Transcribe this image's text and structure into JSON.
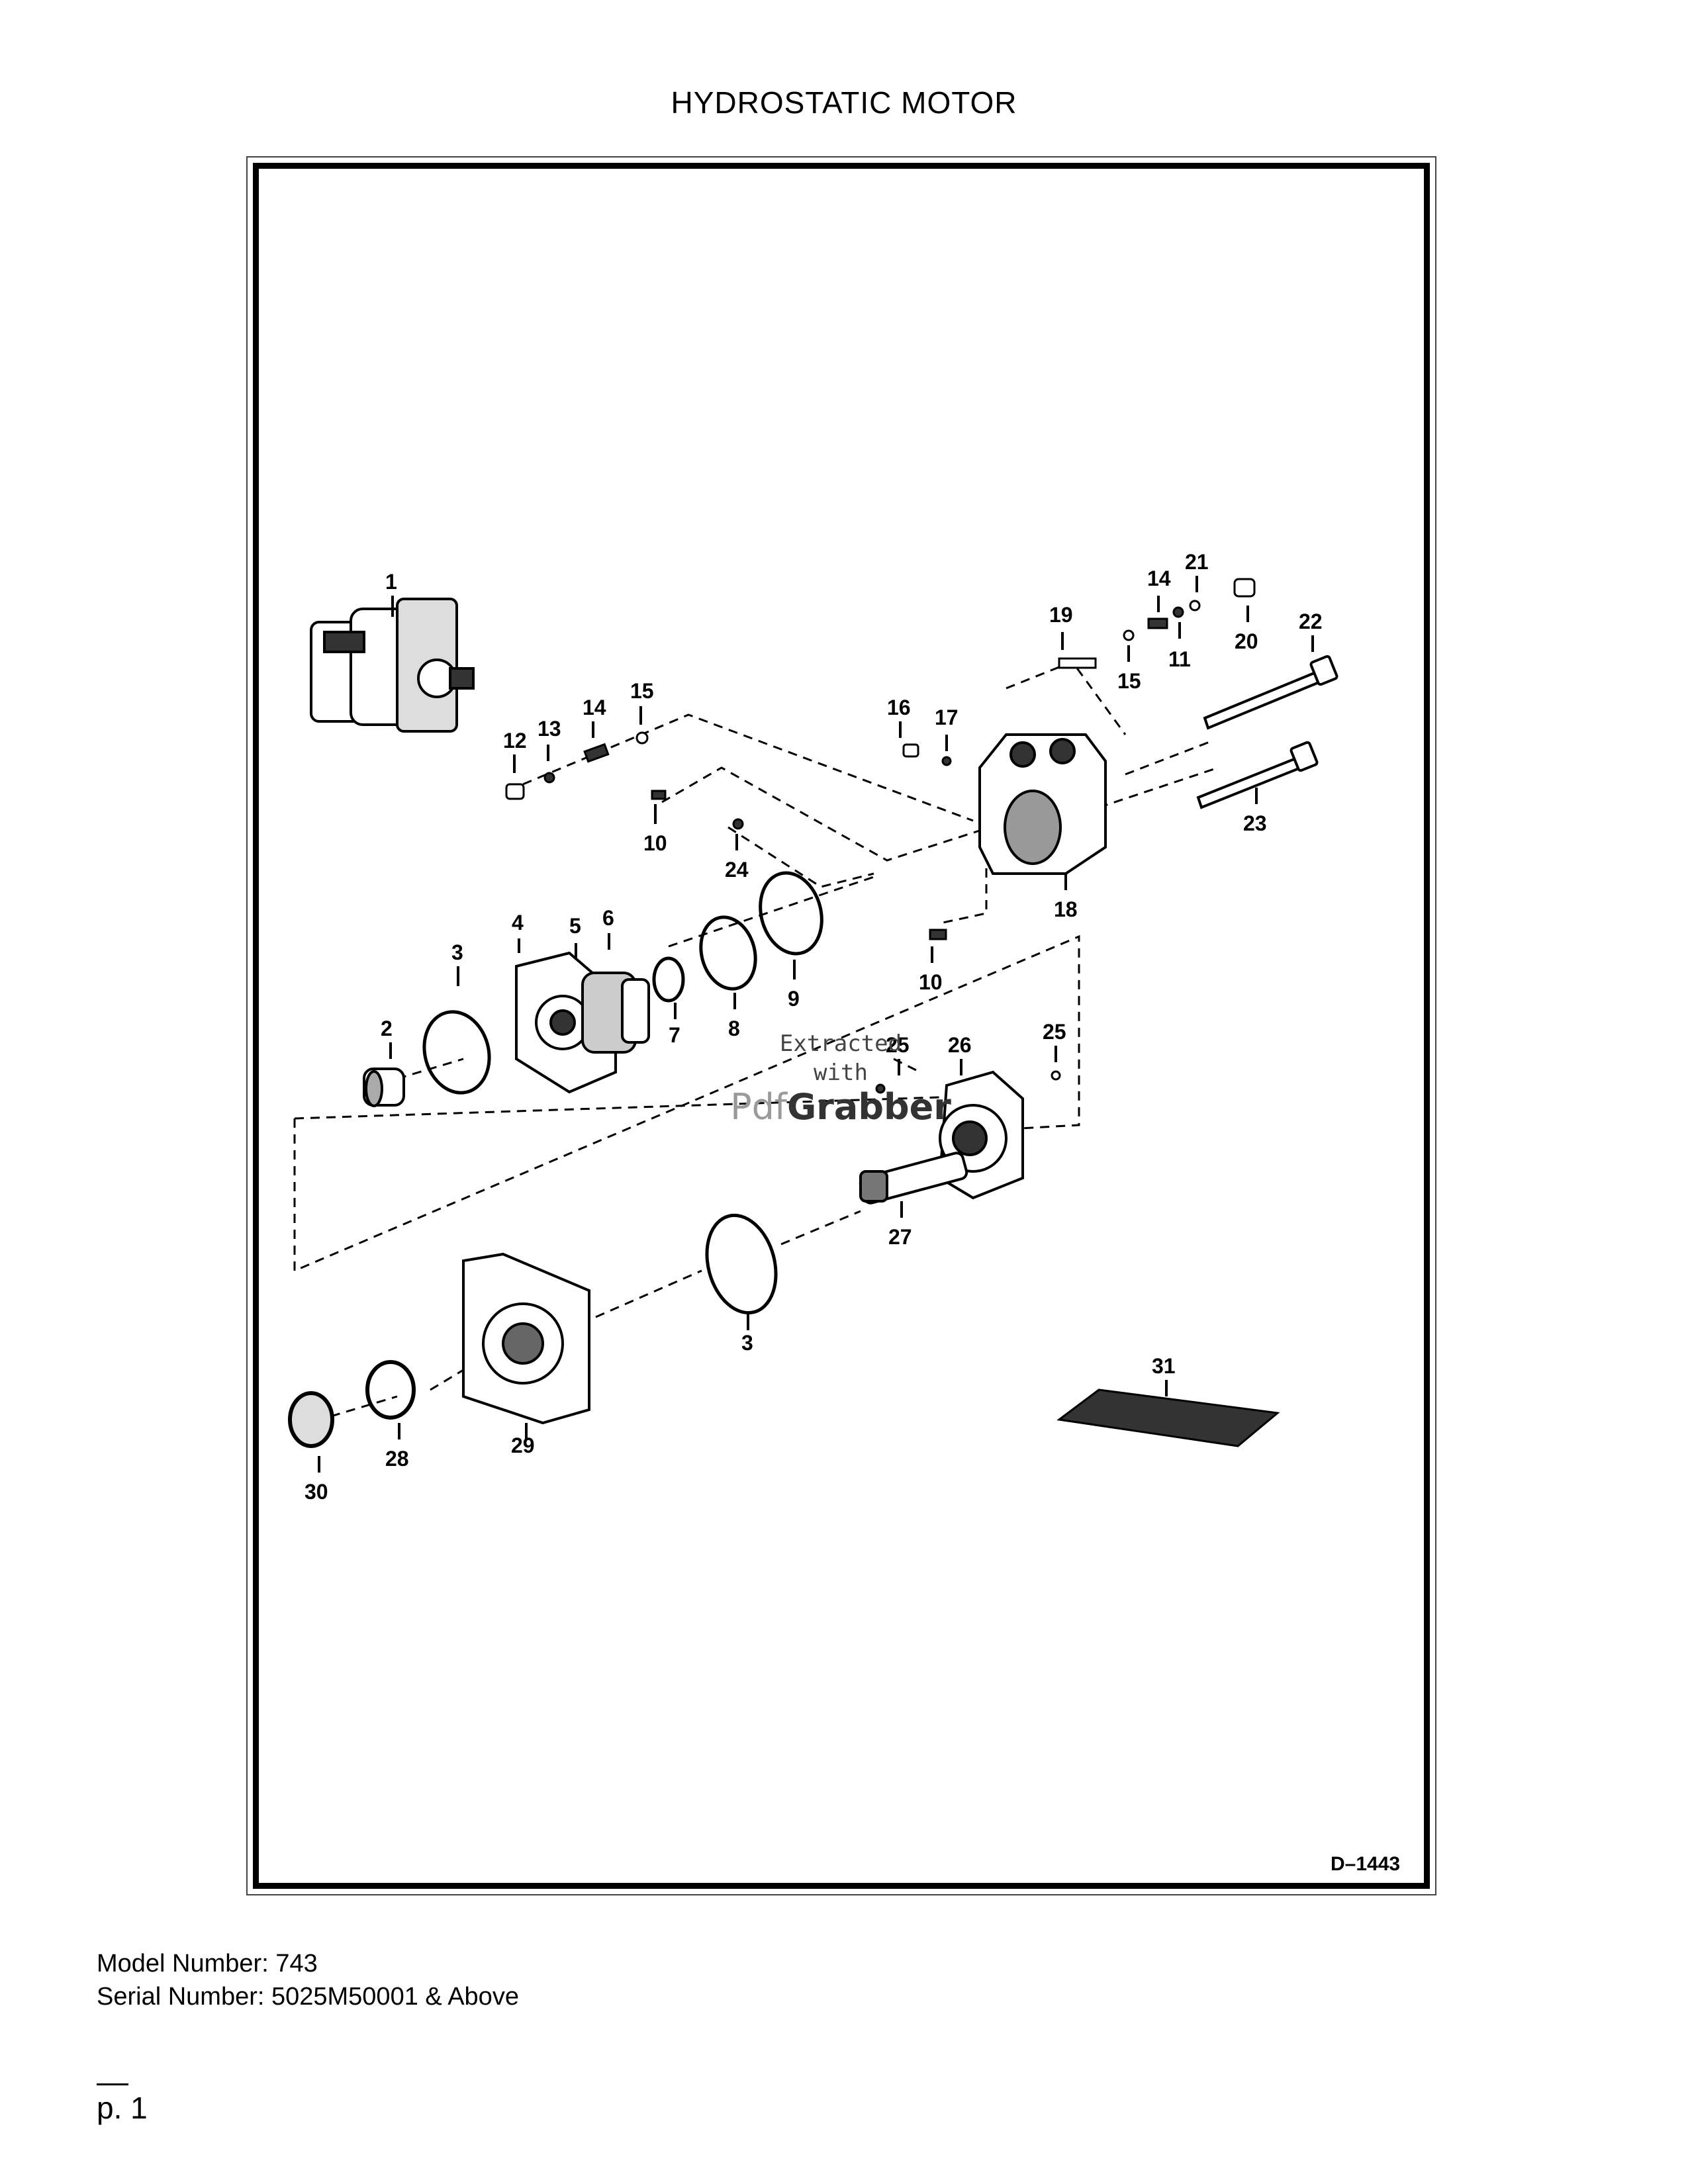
{
  "title": "HYDROSTATIC MOTOR",
  "drawing_number": "D–1443",
  "callouts": [
    "1",
    "2",
    "3",
    "4",
    "5",
    "6",
    "7",
    "8",
    "9",
    "10",
    "11",
    "12",
    "13",
    "14",
    "15",
    "16",
    "17",
    "18",
    "19",
    "20",
    "21",
    "22",
    "23",
    "24",
    "25",
    "26",
    "27",
    "28",
    "29",
    "30",
    "31"
  ],
  "watermark": {
    "line1": "Extracted",
    "line2": "with",
    "brand_a": "Pdf",
    "brand_b": "Grabber"
  },
  "footer": {
    "model": "Model Number: 743",
    "serial": "Serial Number: 5025M50001 & Above"
  },
  "page_label": "p. 1"
}
